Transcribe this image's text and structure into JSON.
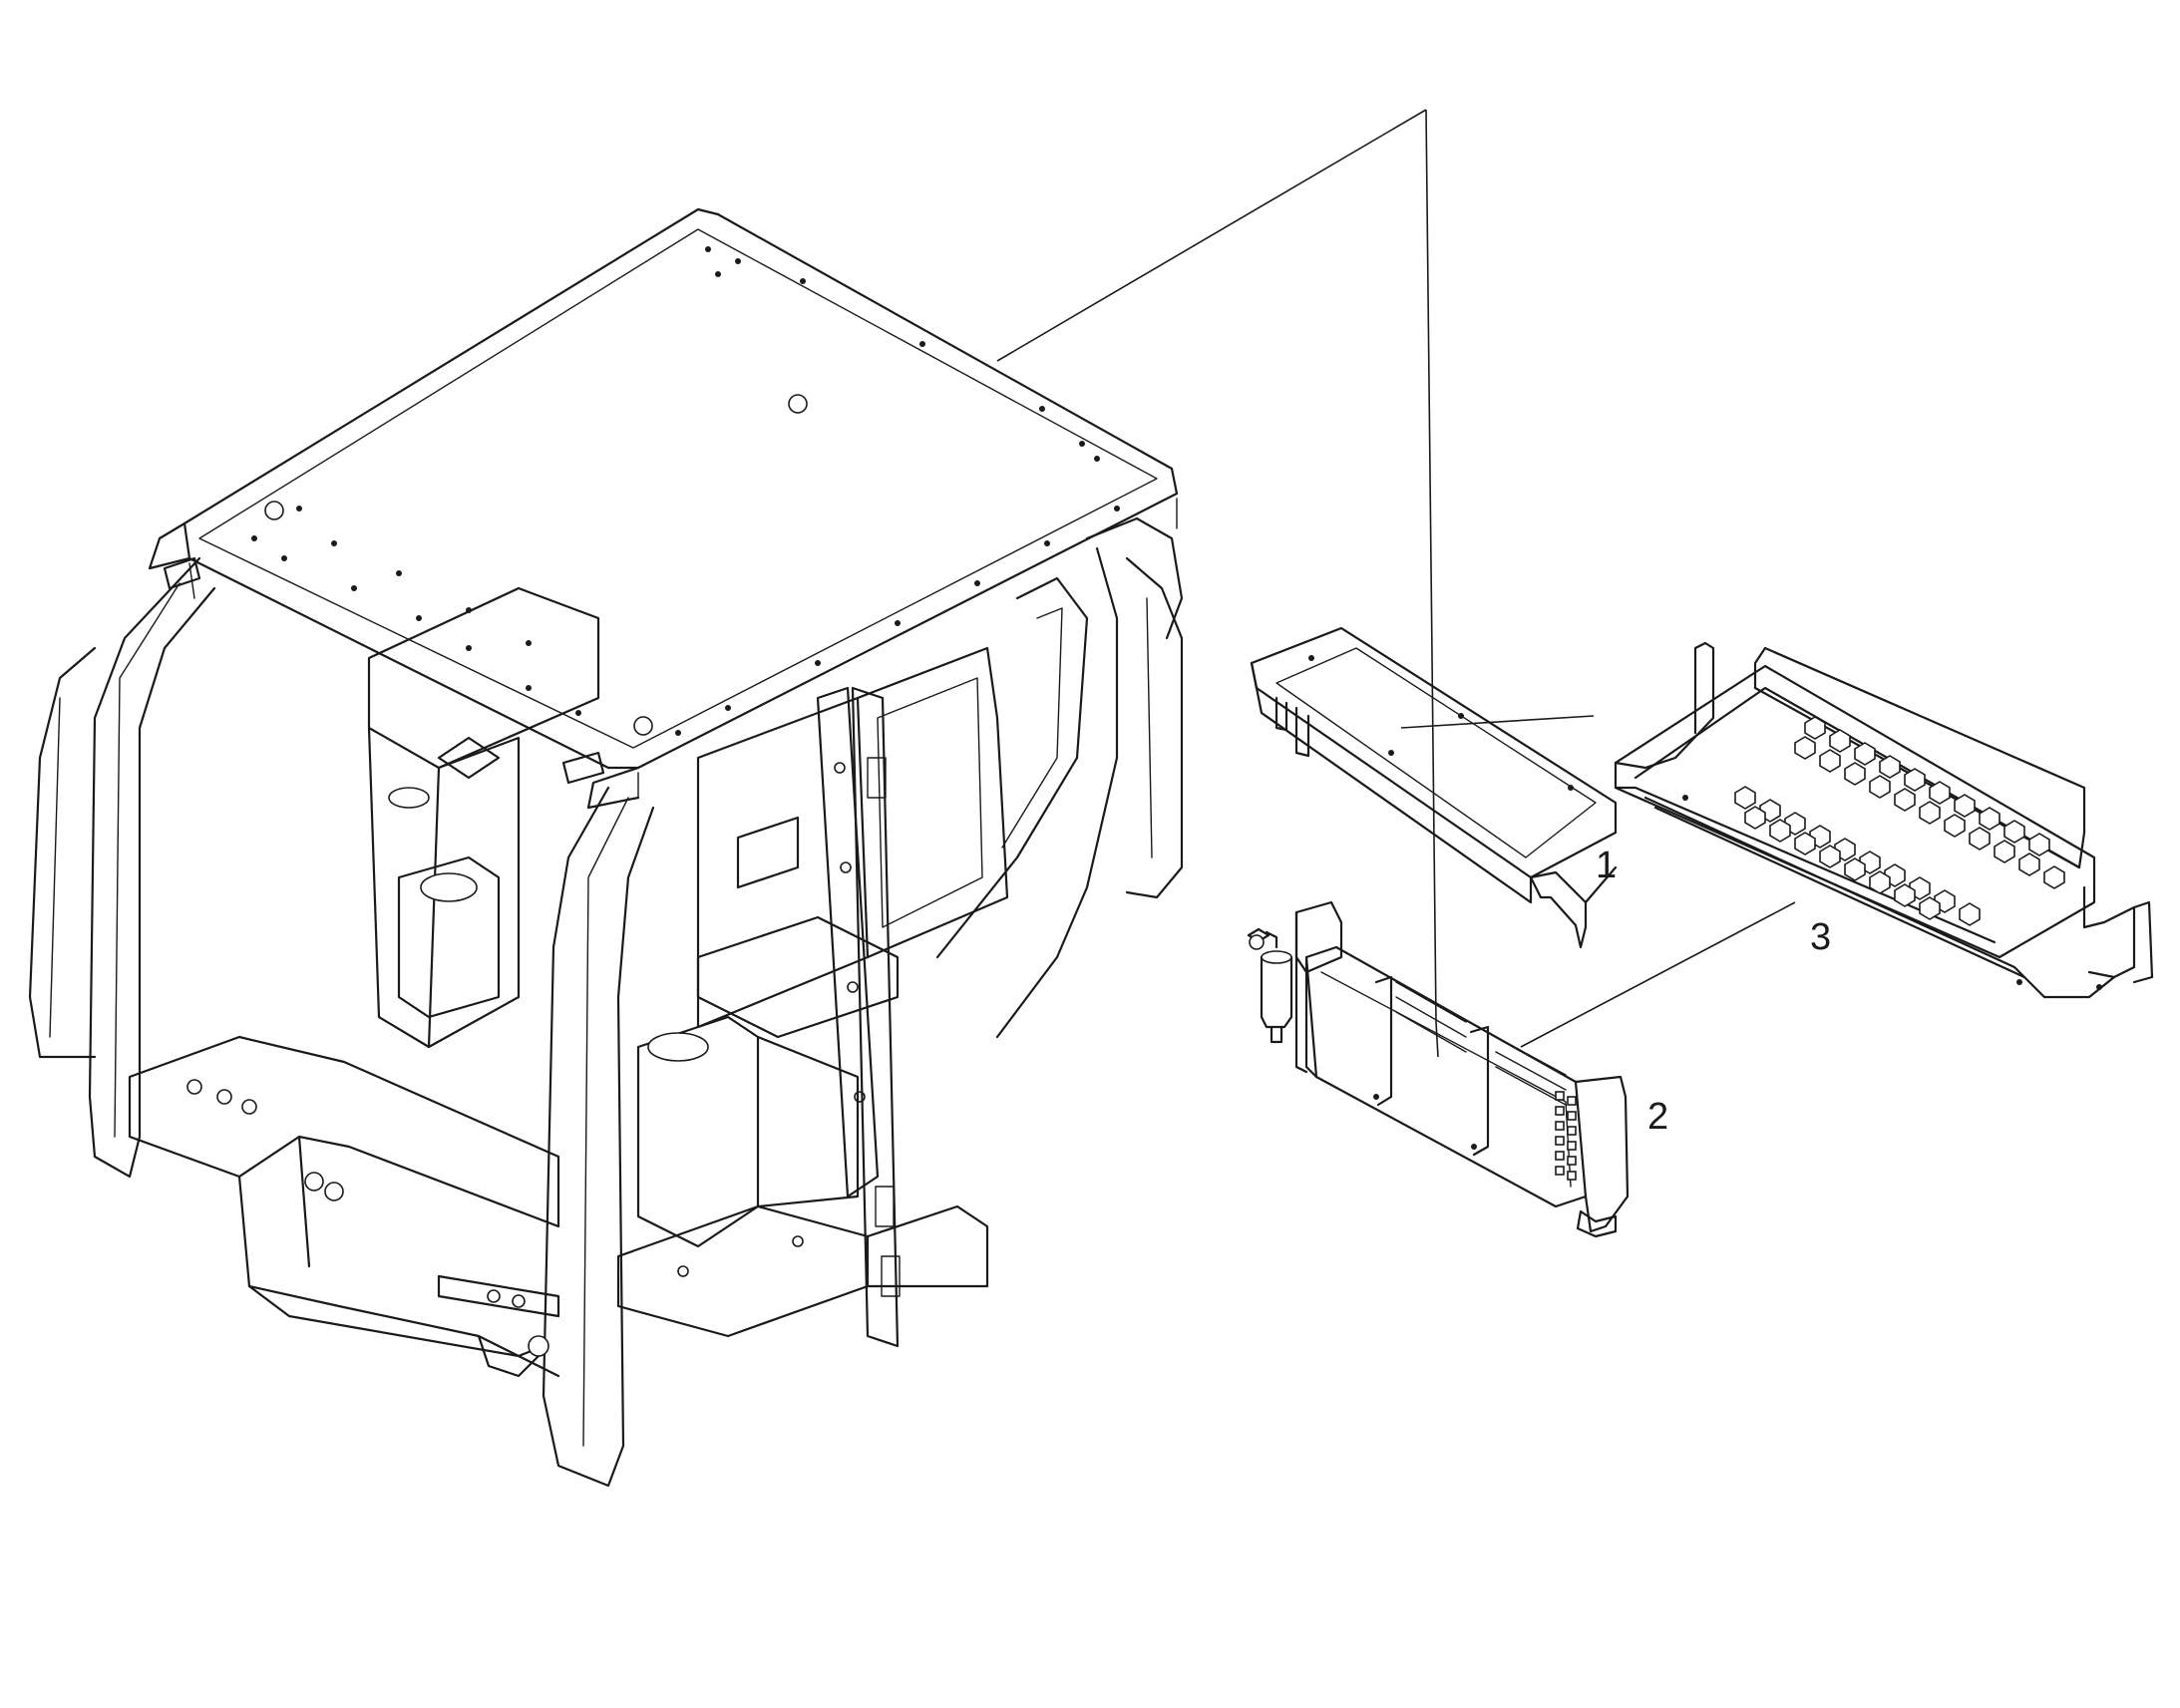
{
  "callouts": {
    "part_1": "1",
    "part_2": "2",
    "part_3": "3"
  },
  "colors": {
    "line": "#1a1a1a",
    "background": "#ffffff"
  }
}
